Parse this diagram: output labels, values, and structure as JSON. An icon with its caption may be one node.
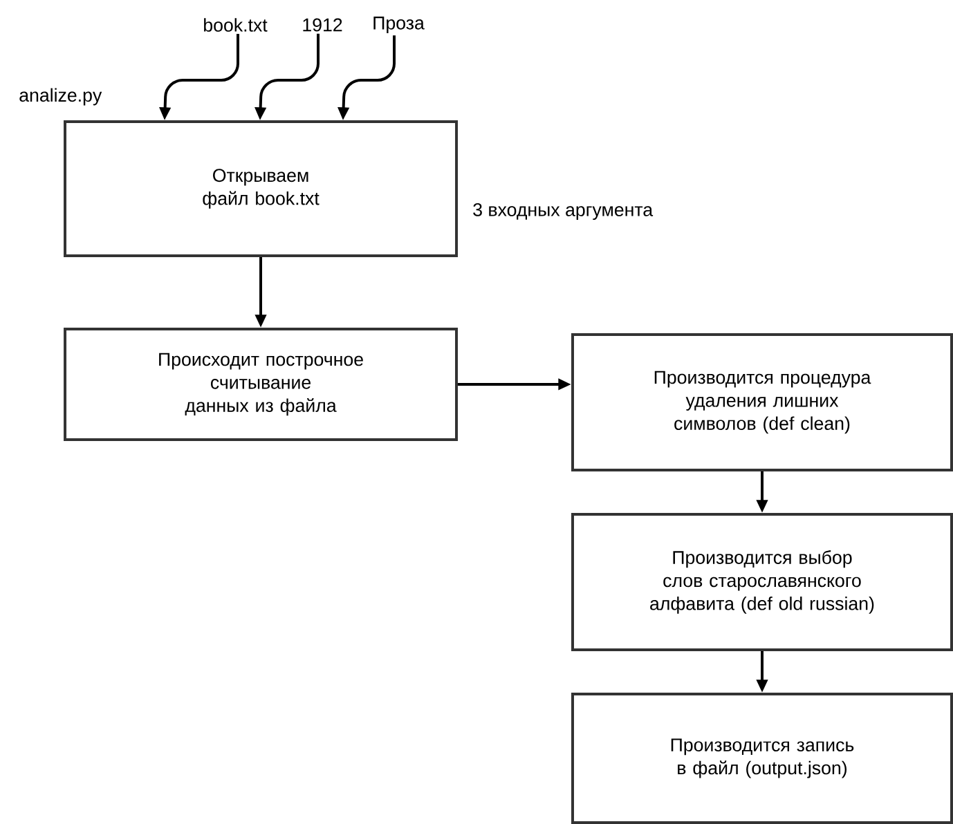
{
  "diagram": {
    "nodes": [
      {
        "text": [
          "book.txt"
        ]
      },
      {
        "text": [
          "1912"
        ]
      },
      {
        "text": [
          "Проза"
        ]
      },
      {
        "text": [
          "Открываем файл book.txt"
        ]
      },
      {
        "text": [
          "Происходит построчное считывание данных из файла"
        ]
      },
      {
        "text": [
          "Производится процедура удаления лишних символов (def clean)"
        ]
      },
      {
        "text": [
          "Производится выбор слов старославянского алфавита (def old russian)"
        ]
      },
      {
        "text": [
          "Производится запись в файл (output.json)"
        ]
      }
    ],
    "edges": [
      {
        "from": 0,
        "to": 3,
        "arrow": "to"
      },
      {
        "from": 1,
        "to": 3,
        "arrow": "to"
      },
      {
        "from": 2,
        "to": 3,
        "arrow": "to"
      },
      {
        "from": 3,
        "to": 4,
        "arrow": "to"
      },
      {
        "from": 4,
        "to": 5,
        "arrow": "to"
      },
      {
        "from": 5,
        "to": 6,
        "arrow": "to"
      },
      {
        "from": 6,
        "to": 7,
        "arrow": "to"
      }
    ],
    "labels": [
      "analize.py",
      "3 входных аргумента"
    ]
  }
}
